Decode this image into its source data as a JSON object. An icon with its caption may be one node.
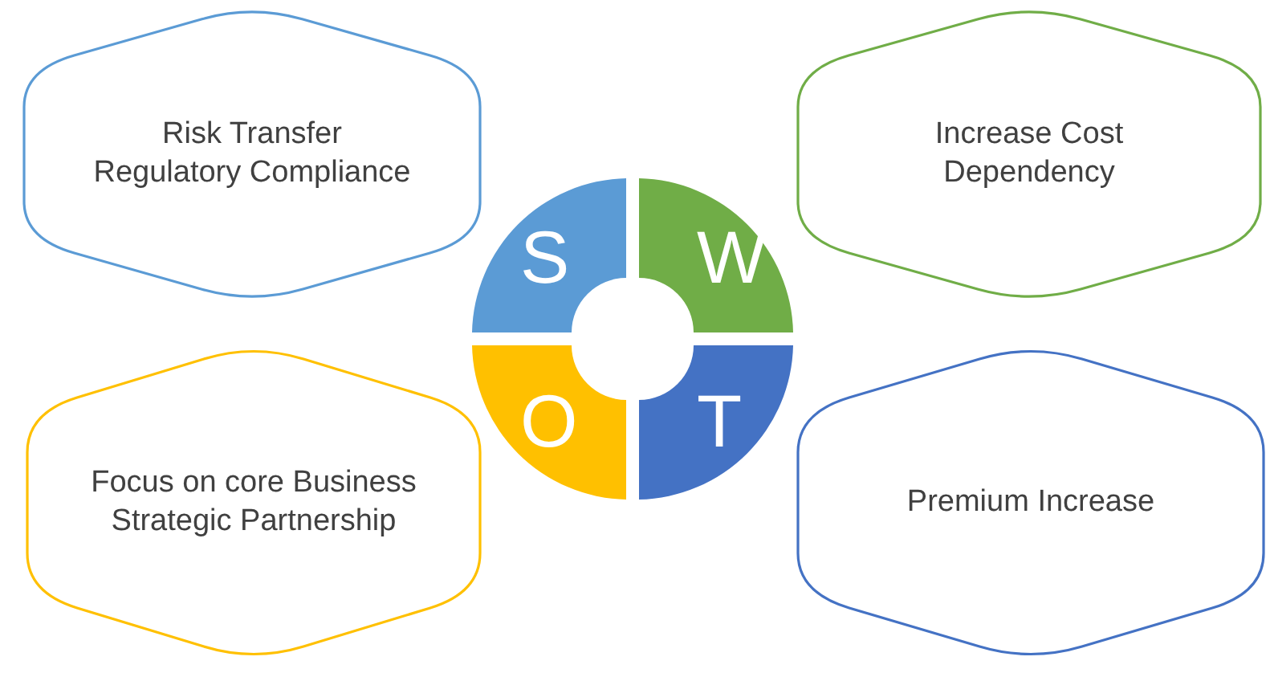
{
  "diagram": {
    "nodes": [
      {
        "text": [
          "Risk Transfer",
          "Regulatory Compliance"
        ]
      },
      {
        "text": [
          "S"
        ]
      },
      {
        "text": [
          "W"
        ]
      },
      {
        "text": [
          "Increase Cost",
          "Dependency"
        ]
      },
      {
        "text": [
          "Focus on core Business",
          "Strategic Partnership"
        ]
      },
      {
        "text": [
          "O"
        ]
      },
      {
        "text": [
          "T"
        ]
      },
      {
        "text": [
          "Premium Increase"
        ]
      }
    ]
  }
}
